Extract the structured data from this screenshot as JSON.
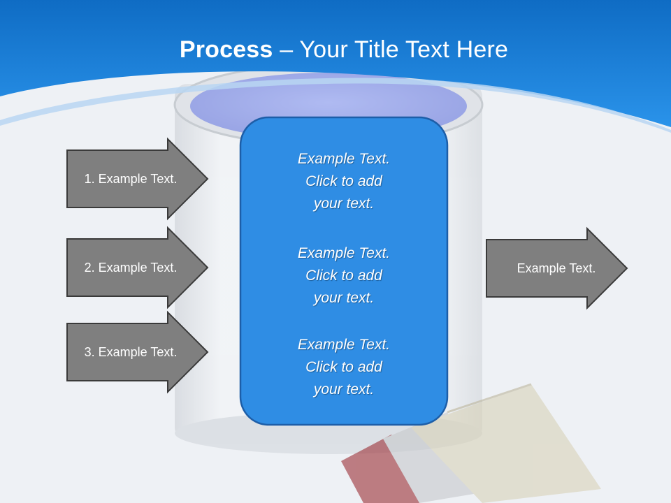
{
  "title": {
    "bold": "Process",
    "dash": "–",
    "rest": "Your Title Text Here"
  },
  "input_arrows": [
    {
      "label": "1. Example Text."
    },
    {
      "label": "2. Example Text."
    },
    {
      "label": "3. Example Text."
    }
  ],
  "process_box": {
    "blocks": [
      {
        "line1": "Example Text.",
        "line2": "Click  to add",
        "line3": "your text."
      },
      {
        "line1": "Example Text.",
        "line2": "Click  to add",
        "line3": "your text."
      },
      {
        "line1": "Example Text.",
        "line2": "Click  to add",
        "line3": "your text."
      }
    ]
  },
  "output_arrow": {
    "label": "Example Text."
  },
  "colors": {
    "header_blue": "#1a7fd8",
    "box_blue": "#2f8de4",
    "box_border": "#1d5ea8",
    "arrow_gray": "#7f7f7f",
    "arrow_border": "#3a3a3a"
  }
}
